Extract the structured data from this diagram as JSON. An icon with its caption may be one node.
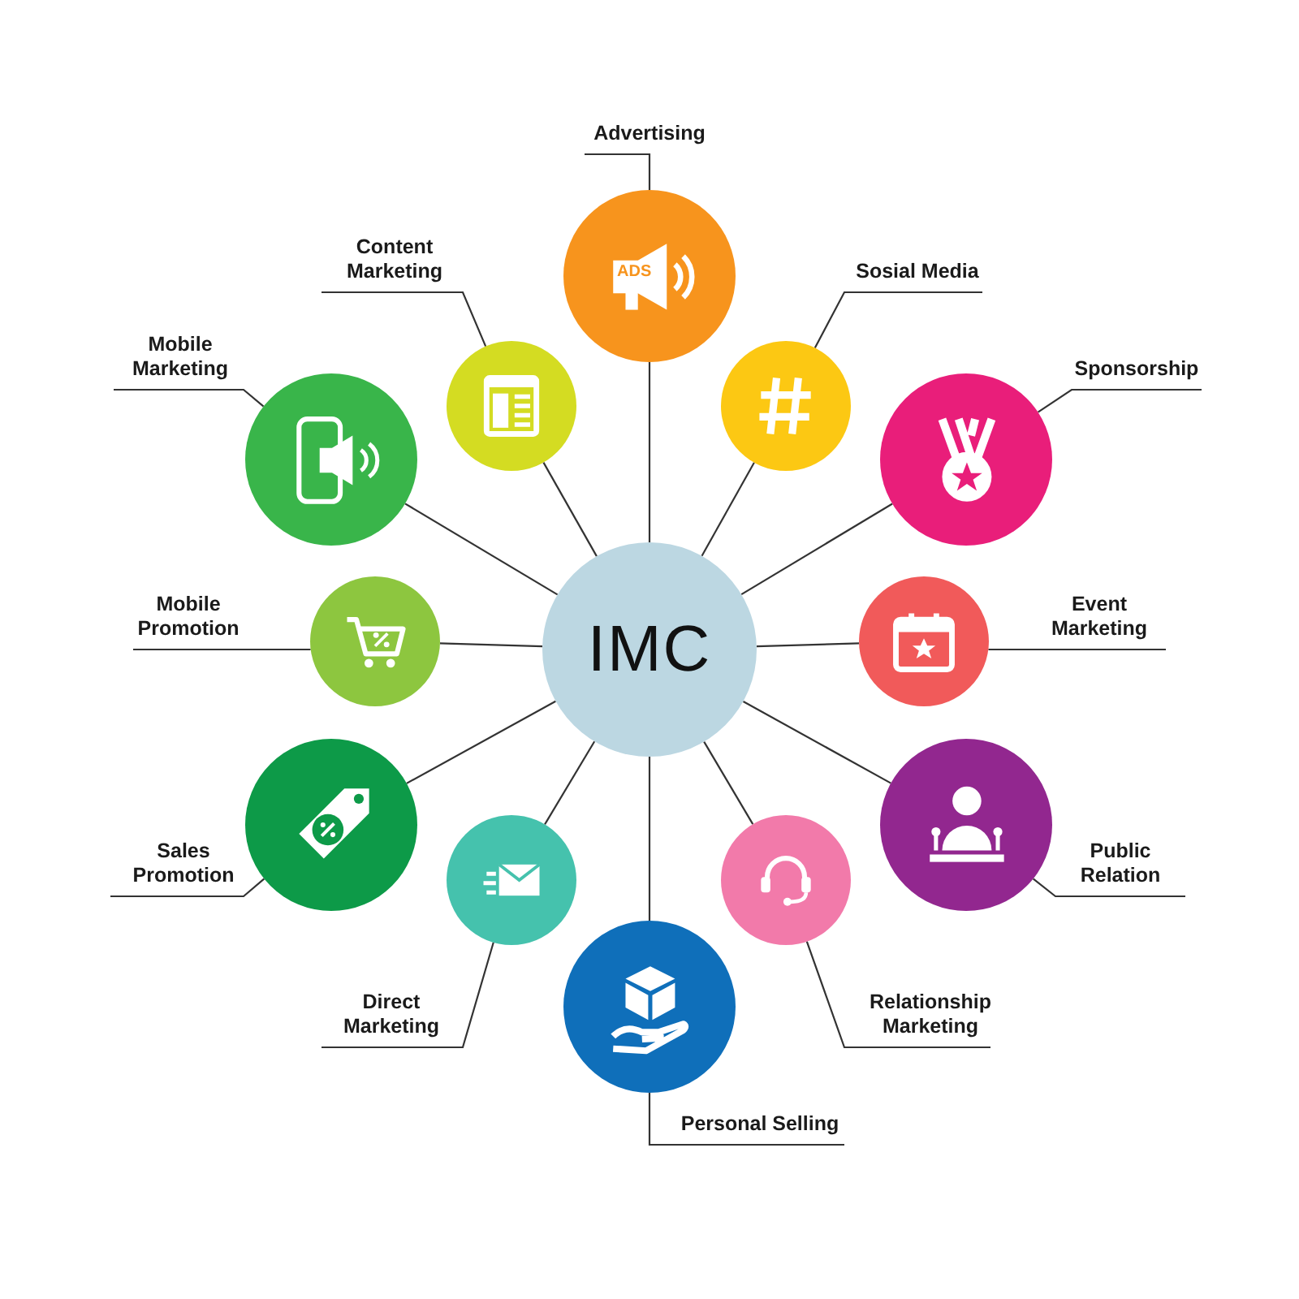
{
  "diagram": {
    "nodes": [
      {
        "text": [
          "IMC"
        ]
      },
      {
        "text": [],
        "shape": "circle"
      },
      {
        "text": [],
        "shape": "circle"
      },
      {
        "text": [],
        "shape": "circle"
      },
      {
        "text": [],
        "shape": "circle"
      },
      {
        "text": [],
        "shape": "circle"
      },
      {
        "text": [],
        "shape": "circle"
      },
      {
        "text": [],
        "shape": "circle"
      },
      {
        "text": [],
        "shape": "circle"
      },
      {
        "text": [],
        "shape": "circle"
      },
      {
        "text": [],
        "shape": "circle"
      },
      {
        "text": [],
        "shape": "circle"
      },
      {
        "text": [],
        "shape": "circle"
      },
      {
        "text": [
          "Advertising"
        ]
      },
      {
        "text": [
          "Sosial Media"
        ]
      },
      {
        "text": [
          "Sponsorship"
        ]
      },
      {
        "text": [
          "Event Marketing"
        ]
      },
      {
        "text": [
          "Public Relation"
        ]
      },
      {
        "text": [
          "Relationship Marketing"
        ]
      },
      {
        "text": [
          "Personal Selling"
        ]
      },
      {
        "text": [
          "Direct Marketing"
        ]
      },
      {
        "text": [
          "Sales Promotion"
        ]
      },
      {
        "text": [
          "Mobile Promotion"
        ]
      },
      {
        "text": [
          "Mobile Marketing"
        ]
      },
      {
        "text": [
          "Content Marketing"
        ]
      }
    ],
    "edges": [
      {
        "from": 0,
        "to": 1,
        "arrow": "none"
      },
      {
        "from": 0,
        "to": 2,
        "arrow": "none"
      },
      {
        "from": 0,
        "to": 3,
        "arrow": "none"
      },
      {
        "from": 0,
        "to": 4,
        "arrow": "none"
      },
      {
        "from": 0,
        "to": 5,
        "arrow": "none"
      },
      {
        "from": 0,
        "to": 6,
        "arrow": "none"
      },
      {
        "from": 0,
        "to": 7,
        "arrow": "none"
      },
      {
        "from": 0,
        "to": 8,
        "arrow": "none"
      },
      {
        "from": 0,
        "to": 9,
        "arrow": "none"
      },
      {
        "from": 0,
        "to": 10,
        "arrow": "none"
      },
      {
        "from": 0,
        "to": 11,
        "arrow": "none"
      },
      {
        "from": 0,
        "to": 12,
        "arrow": "none"
      },
      {
        "from": 13,
        "to": 1,
        "arrow": "none"
      },
      {
        "from": 14,
        "to": 2,
        "arrow": "none"
      },
      {
        "from": 15,
        "to": 3,
        "arrow": "none"
      },
      {
        "from": 16,
        "to": 4,
        "arrow": "none"
      },
      {
        "from": 17,
        "to": 5,
        "arrow": "none"
      },
      {
        "from": 18,
        "to": 6,
        "arrow": "none"
      },
      {
        "from": 19,
        "to": 7,
        "arrow": "none"
      },
      {
        "from": 20,
        "to": 8,
        "arrow": "none"
      },
      {
        "from": 21,
        "to": 9,
        "arrow": "none"
      },
      {
        "from": 22,
        "to": 10,
        "arrow": "none"
      },
      {
        "from": 23,
        "to": 11,
        "arrow": "none"
      },
      {
        "from": 24,
        "to": 12,
        "arrow": "none"
      }
    ],
    "labels": [
      "ADS"
    ]
  }
}
